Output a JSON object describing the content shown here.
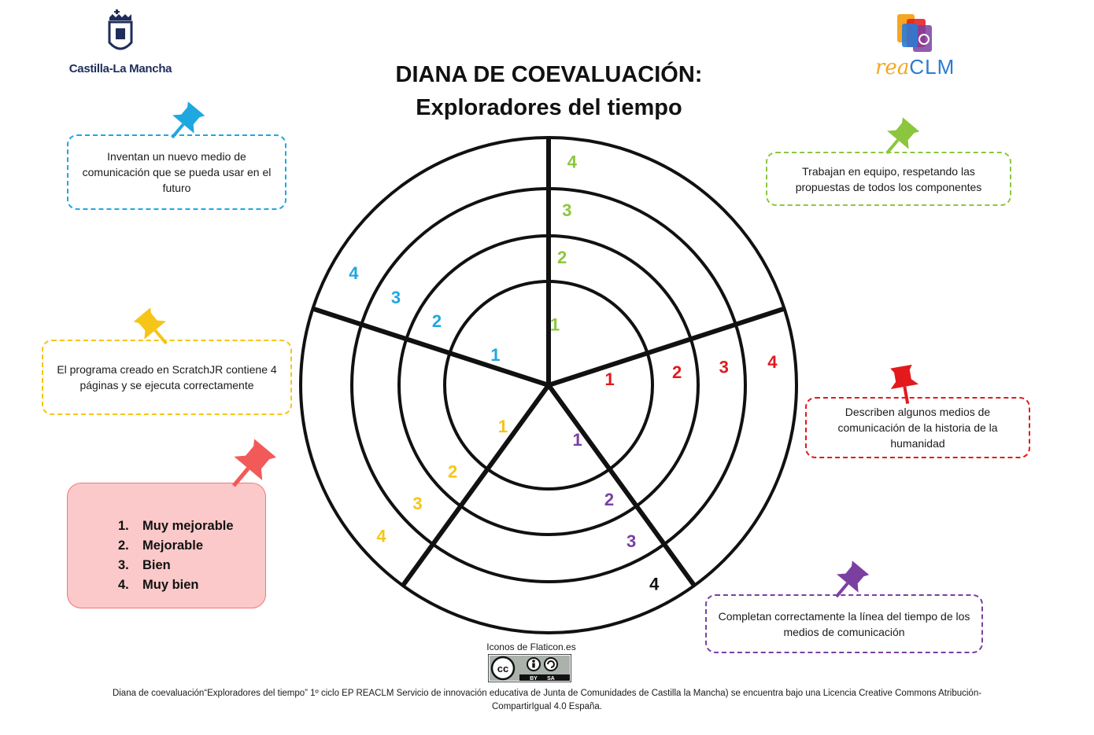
{
  "logos": {
    "left_label": "Castilla-La Mancha",
    "right_label_part1": "rea",
    "right_label_part2": "CLM"
  },
  "title": {
    "line1": "DIANA DE COEVALUACIÓN:",
    "line2": "Exploradores del tiempo"
  },
  "criteria": {
    "blue": "Inventan un nuevo medio de comunicación que se pueda usar en el futuro",
    "green": "Trabajan en equipo, respetando las propuestas de todos los componentes",
    "yellow": "El programa creado en ScratchJR contiene 4 páginas y se ejecuta correctamente",
    "red": "Describen algunos medios de comunicación de la historia de la humanidad",
    "purple": "Completan correctamente la línea del tiempo de los medios de comunicación"
  },
  "legend": [
    {
      "num": "1.",
      "label": "Muy mejorable"
    },
    {
      "num": "2.",
      "label": "Mejorable"
    },
    {
      "num": "3.",
      "label": "Bien"
    },
    {
      "num": "4.",
      "label": "Muy bien"
    }
  ],
  "target": {
    "sectors": [
      {
        "name": "green",
        "color": "#8cc63f",
        "labels": [
          "1",
          "2",
          "3",
          "4"
        ]
      },
      {
        "name": "red",
        "color": "#e3191c",
        "labels": [
          "1",
          "2",
          "3",
          "4"
        ]
      },
      {
        "name": "purple",
        "color": "#7b3fa0",
        "labels": [
          "1",
          "2",
          "3",
          "4"
        ],
        "label4_color": "#111111"
      },
      {
        "name": "yellow",
        "color": "#f5c518",
        "labels": [
          "1",
          "2",
          "3",
          "4"
        ]
      },
      {
        "name": "blue",
        "color": "#1fa7e0",
        "labels": [
          "1",
          "2",
          "3",
          "4"
        ]
      }
    ]
  },
  "pin_colors": {
    "blue": "#1fa7e0",
    "green": "#8cc63f",
    "yellow": "#f5c518",
    "red": "#e3191c",
    "purple": "#7b3fa0",
    "legend": "#f25a5a"
  },
  "credits": {
    "icons": "Iconos de Flaticon.es",
    "cc": "cc",
    "by": "BY",
    "sa": "SA",
    "footer_line1": "Diana de coevaluación“Exploradores del tiempo” 1º ciclo EP REACLM Servicio de innovación educativa de Junta de Comunidades de Castilla la Mancha) se encuentra bajo una Licencia Creative Commons Atribución-",
    "footer_line2": "CompartirIgual 4.0 España."
  }
}
